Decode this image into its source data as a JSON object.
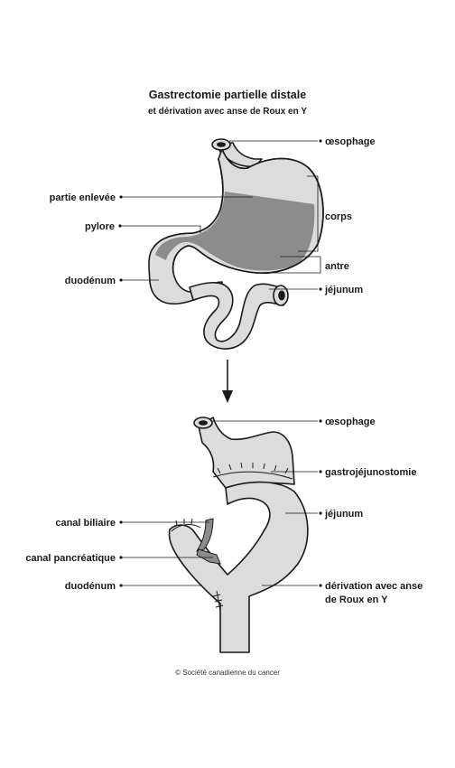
{
  "title": {
    "line1": "Gastrectomie partielle distale",
    "line2": "et dérivation avec anse de Roux en Y"
  },
  "before": {
    "oesophage": "œsophage",
    "corps": "corps",
    "partie_enlevee": "partie enlevée",
    "pylore": "pylore",
    "antre": "antre",
    "duodenum": "duodénum",
    "jejunum": "jéjunum"
  },
  "after": {
    "oesophage": "œsophage",
    "gastrojejunostomie": "gastrojéjunostomie",
    "jejunum": "jéjunum",
    "canal_biliaire": "canal biliaire",
    "canal_pancreatique": "canal pancréatique",
    "duodenum": "duodénum",
    "derivation_line1": "dérivation avec anse",
    "derivation_line2": "de Roux en Y"
  },
  "credit": "© Société canadienne du cancer",
  "colors": {
    "organ_fill": "#dcdcdc",
    "removed_fill": "#8c8c8c",
    "outline": "#1a1a1a"
  },
  "icons": {
    "arrow": "down-arrow-icon"
  }
}
